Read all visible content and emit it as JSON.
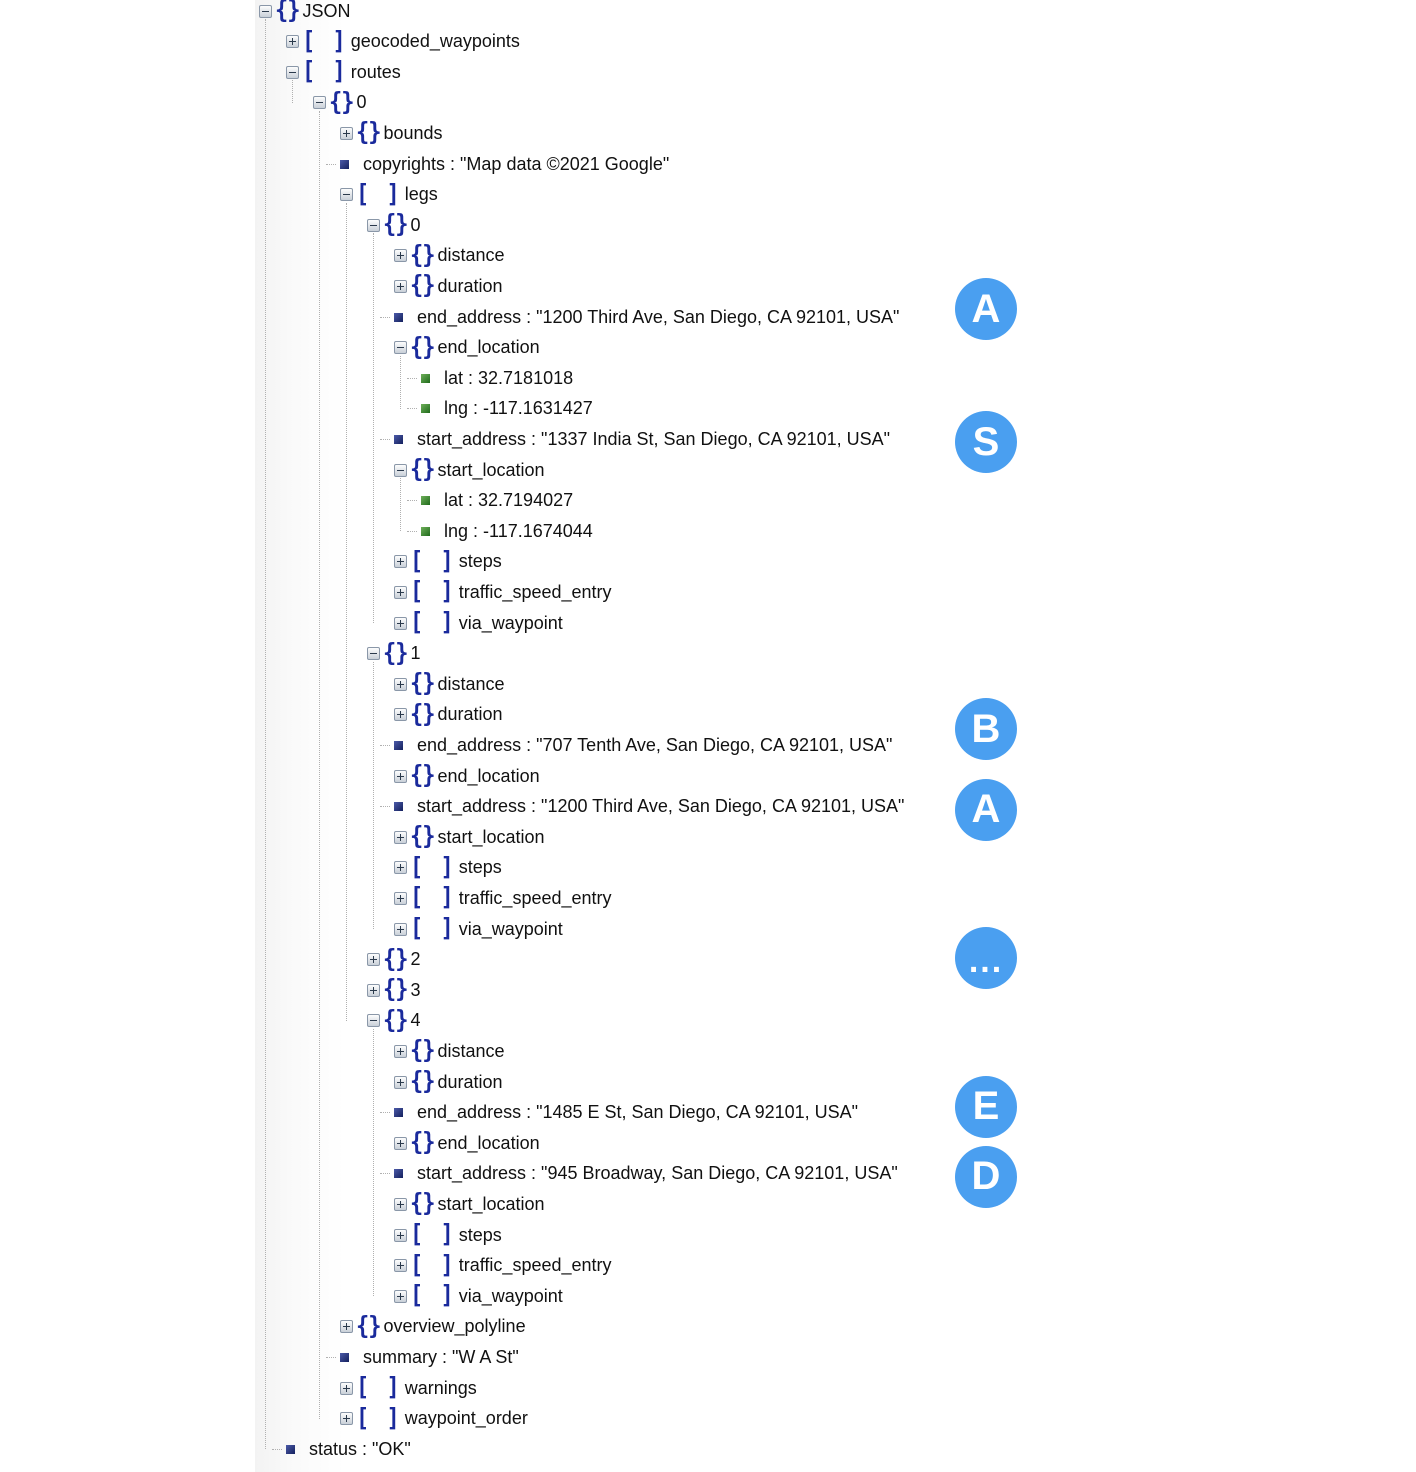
{
  "tree": {
    "rows": [
      {
        "label": "JSON",
        "type": "obj",
        "toggle": "minus",
        "depth": 0
      },
      {
        "label": "geocoded_waypoints",
        "type": "arr",
        "toggle": "plus",
        "depth": 1
      },
      {
        "label": "routes",
        "type": "arr",
        "toggle": "minus",
        "depth": 1
      },
      {
        "label": "0",
        "type": "obj",
        "toggle": "minus",
        "depth": 2
      },
      {
        "label": "bounds",
        "type": "obj",
        "toggle": "plus",
        "depth": 3
      },
      {
        "label": "copyrights : \"Map data ©2021 Google\"",
        "type": "leaf",
        "depth": 3
      },
      {
        "label": "legs",
        "type": "arr",
        "toggle": "minus",
        "depth": 3
      },
      {
        "label": "0",
        "type": "obj",
        "toggle": "minus",
        "depth": 4
      },
      {
        "label": "distance",
        "type": "obj",
        "toggle": "plus",
        "depth": 5
      },
      {
        "label": "duration",
        "type": "obj",
        "toggle": "plus",
        "depth": 5
      },
      {
        "label": "end_address : \"1200 Third Ave, San Diego, CA 92101, USA\"",
        "type": "leaf",
        "depth": 5
      },
      {
        "label": "end_location",
        "type": "obj",
        "toggle": "minus",
        "depth": 5
      },
      {
        "label": "lat : 32.7181018",
        "type": "num",
        "depth": 6
      },
      {
        "label": "lng : -117.1631427",
        "type": "num",
        "depth": 6
      },
      {
        "label": "start_address : \"1337 India St, San Diego, CA 92101, USA\"",
        "type": "leaf",
        "depth": 5
      },
      {
        "label": "start_location",
        "type": "obj",
        "toggle": "minus",
        "depth": 5
      },
      {
        "label": "lat : 32.7194027",
        "type": "num",
        "depth": 6
      },
      {
        "label": "lng : -117.1674044",
        "type": "num",
        "depth": 6
      },
      {
        "label": "steps",
        "type": "arr",
        "toggle": "plus",
        "depth": 5
      },
      {
        "label": "traffic_speed_entry",
        "type": "arr",
        "toggle": "plus",
        "depth": 5
      },
      {
        "label": "via_waypoint",
        "type": "arr",
        "toggle": "plus",
        "depth": 5
      },
      {
        "label": "1",
        "type": "obj",
        "toggle": "minus",
        "depth": 4
      },
      {
        "label": "distance",
        "type": "obj",
        "toggle": "plus",
        "depth": 5
      },
      {
        "label": "duration",
        "type": "obj",
        "toggle": "plus",
        "depth": 5
      },
      {
        "label": "end_address : \"707 Tenth Ave, San Diego, CA 92101, USA\"",
        "type": "leaf",
        "depth": 5
      },
      {
        "label": "end_location",
        "type": "obj",
        "toggle": "plus",
        "depth": 5
      },
      {
        "label": "start_address : \"1200 Third Ave, San Diego, CA 92101, USA\"",
        "type": "leaf",
        "depth": 5
      },
      {
        "label": "start_location",
        "type": "obj",
        "toggle": "plus",
        "depth": 5
      },
      {
        "label": "steps",
        "type": "arr",
        "toggle": "plus",
        "depth": 5
      },
      {
        "label": "traffic_speed_entry",
        "type": "arr",
        "toggle": "plus",
        "depth": 5
      },
      {
        "label": "via_waypoint",
        "type": "arr",
        "toggle": "plus",
        "depth": 5
      },
      {
        "label": "2",
        "type": "obj",
        "toggle": "plus",
        "depth": 4
      },
      {
        "label": "3",
        "type": "obj",
        "toggle": "plus",
        "depth": 4
      },
      {
        "label": "4",
        "type": "obj",
        "toggle": "minus",
        "depth": 4
      },
      {
        "label": "distance",
        "type": "obj",
        "toggle": "plus",
        "depth": 5
      },
      {
        "label": "duration",
        "type": "obj",
        "toggle": "plus",
        "depth": 5
      },
      {
        "label": "end_address : \"1485 E St, San Diego, CA 92101, USA\"",
        "type": "leaf",
        "depth": 5
      },
      {
        "label": "end_location",
        "type": "obj",
        "toggle": "plus",
        "depth": 5
      },
      {
        "label": "start_address : \"945 Broadway, San Diego, CA 92101, USA\"",
        "type": "leaf",
        "depth": 5
      },
      {
        "label": "start_location",
        "type": "obj",
        "toggle": "plus",
        "depth": 5
      },
      {
        "label": "steps",
        "type": "arr",
        "toggle": "plus",
        "depth": 5
      },
      {
        "label": "traffic_speed_entry",
        "type": "arr",
        "toggle": "plus",
        "depth": 5
      },
      {
        "label": "via_waypoint",
        "type": "arr",
        "toggle": "plus",
        "depth": 5
      },
      {
        "label": "overview_polyline",
        "type": "obj",
        "toggle": "plus",
        "depth": 3
      },
      {
        "label": "summary : \"W A St\"",
        "type": "leaf",
        "depth": 3
      },
      {
        "label": "warnings",
        "type": "arr",
        "toggle": "plus",
        "depth": 3
      },
      {
        "label": "waypoint_order",
        "type": "arr",
        "toggle": "plus",
        "depth": 3
      },
      {
        "label": "status : \"OK\"",
        "type": "leaf",
        "depth": 1
      }
    ]
  },
  "badges": [
    {
      "label": "A",
      "row": 10
    },
    {
      "label": "S",
      "row": 14
    },
    {
      "label": "B",
      "row": 24
    },
    {
      "label": "A",
      "row": 26
    },
    {
      "label": "...",
      "row": 31
    },
    {
      "label": "E",
      "row": 36
    },
    {
      "label": "D",
      "row": 38
    }
  ],
  "colors": {
    "badge": "#4a9ff0",
    "bracket": "#1a2a9c",
    "string_leaf": "#1d2a6e",
    "number_leaf": "#2f7f28"
  },
  "icons": {
    "obj": "{}",
    "arr": "[ ]"
  }
}
